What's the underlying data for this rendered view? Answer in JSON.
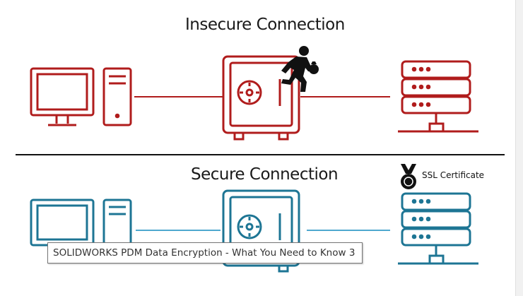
{
  "headings": {
    "insecure": "Insecure Connection",
    "secure": "Secure Connection"
  },
  "ssl_label": "SSL Certificate",
  "tooltip": "SOLIDWORKS PDM Data Encryption - What You Need to Know 3",
  "colors": {
    "insecure": "#b01c1c",
    "secure": "#1d7594",
    "secure_line": "#4fa8cf",
    "ink": "#111111"
  },
  "icons": [
    "desktop-computer-icon",
    "safe-icon",
    "thief-icon",
    "server-rack-icon",
    "award-medal-icon"
  ]
}
